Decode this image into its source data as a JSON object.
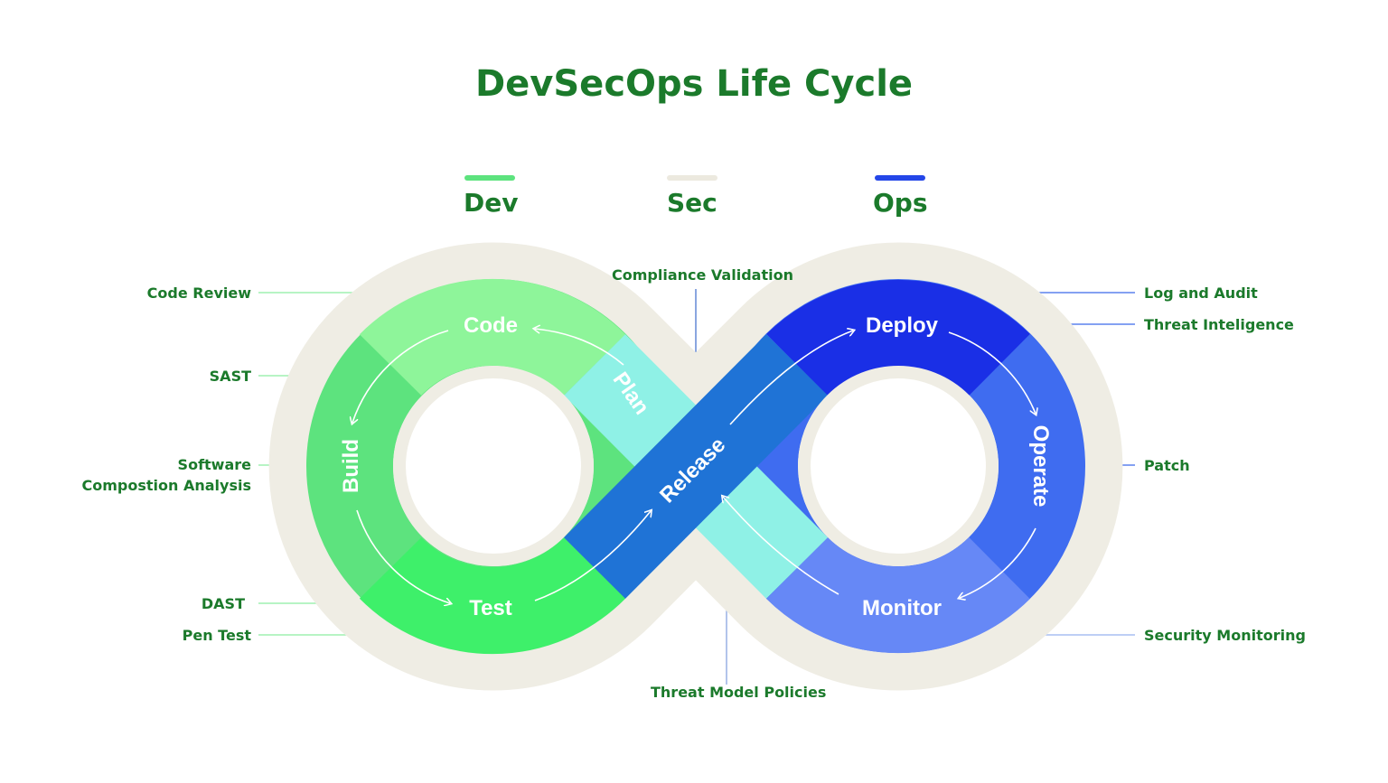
{
  "title": "DevSecOps Life Cycle",
  "legend": [
    {
      "label": "Dev",
      "color": "#5de37e"
    },
    {
      "label": "Sec",
      "color": "#ece9df"
    },
    {
      "label": "Ops",
      "color": "#2446e8"
    }
  ],
  "stages": {
    "code": "Code",
    "build": "Build",
    "test": "Test",
    "plan": "Plan",
    "release": "Release",
    "deploy": "Deploy",
    "operate": "Operate",
    "monitor": "Monitor"
  },
  "practices_left": {
    "code_review": "Code Review",
    "sast": "SAST",
    "sca_line1": "Software",
    "sca_line2": "Compostion Analysis",
    "dast": "DAST",
    "pen_test": "Pen Test"
  },
  "practices_center": {
    "compliance": "Compliance Validation",
    "threat_model": "Threat Model Policies"
  },
  "practices_right": {
    "log_audit": "Log and Audit",
    "threat_intel": "Threat Inteligence",
    "patch": "Patch",
    "security_monitoring": "Security Monitoring"
  },
  "colors": {
    "title_green": "#1b7a2b",
    "outer_ring": "#efede4",
    "dev_light": "#8ef59a",
    "dev_mid": "#5de37e",
    "dev_bright": "#3ef06a",
    "plan_teal": "#8ff1e6",
    "release_blue": "#1f73d6",
    "deploy_blue": "#1a2fe6",
    "operate_blue": "#3f6cf0",
    "monitor_blue": "#6688f6"
  }
}
